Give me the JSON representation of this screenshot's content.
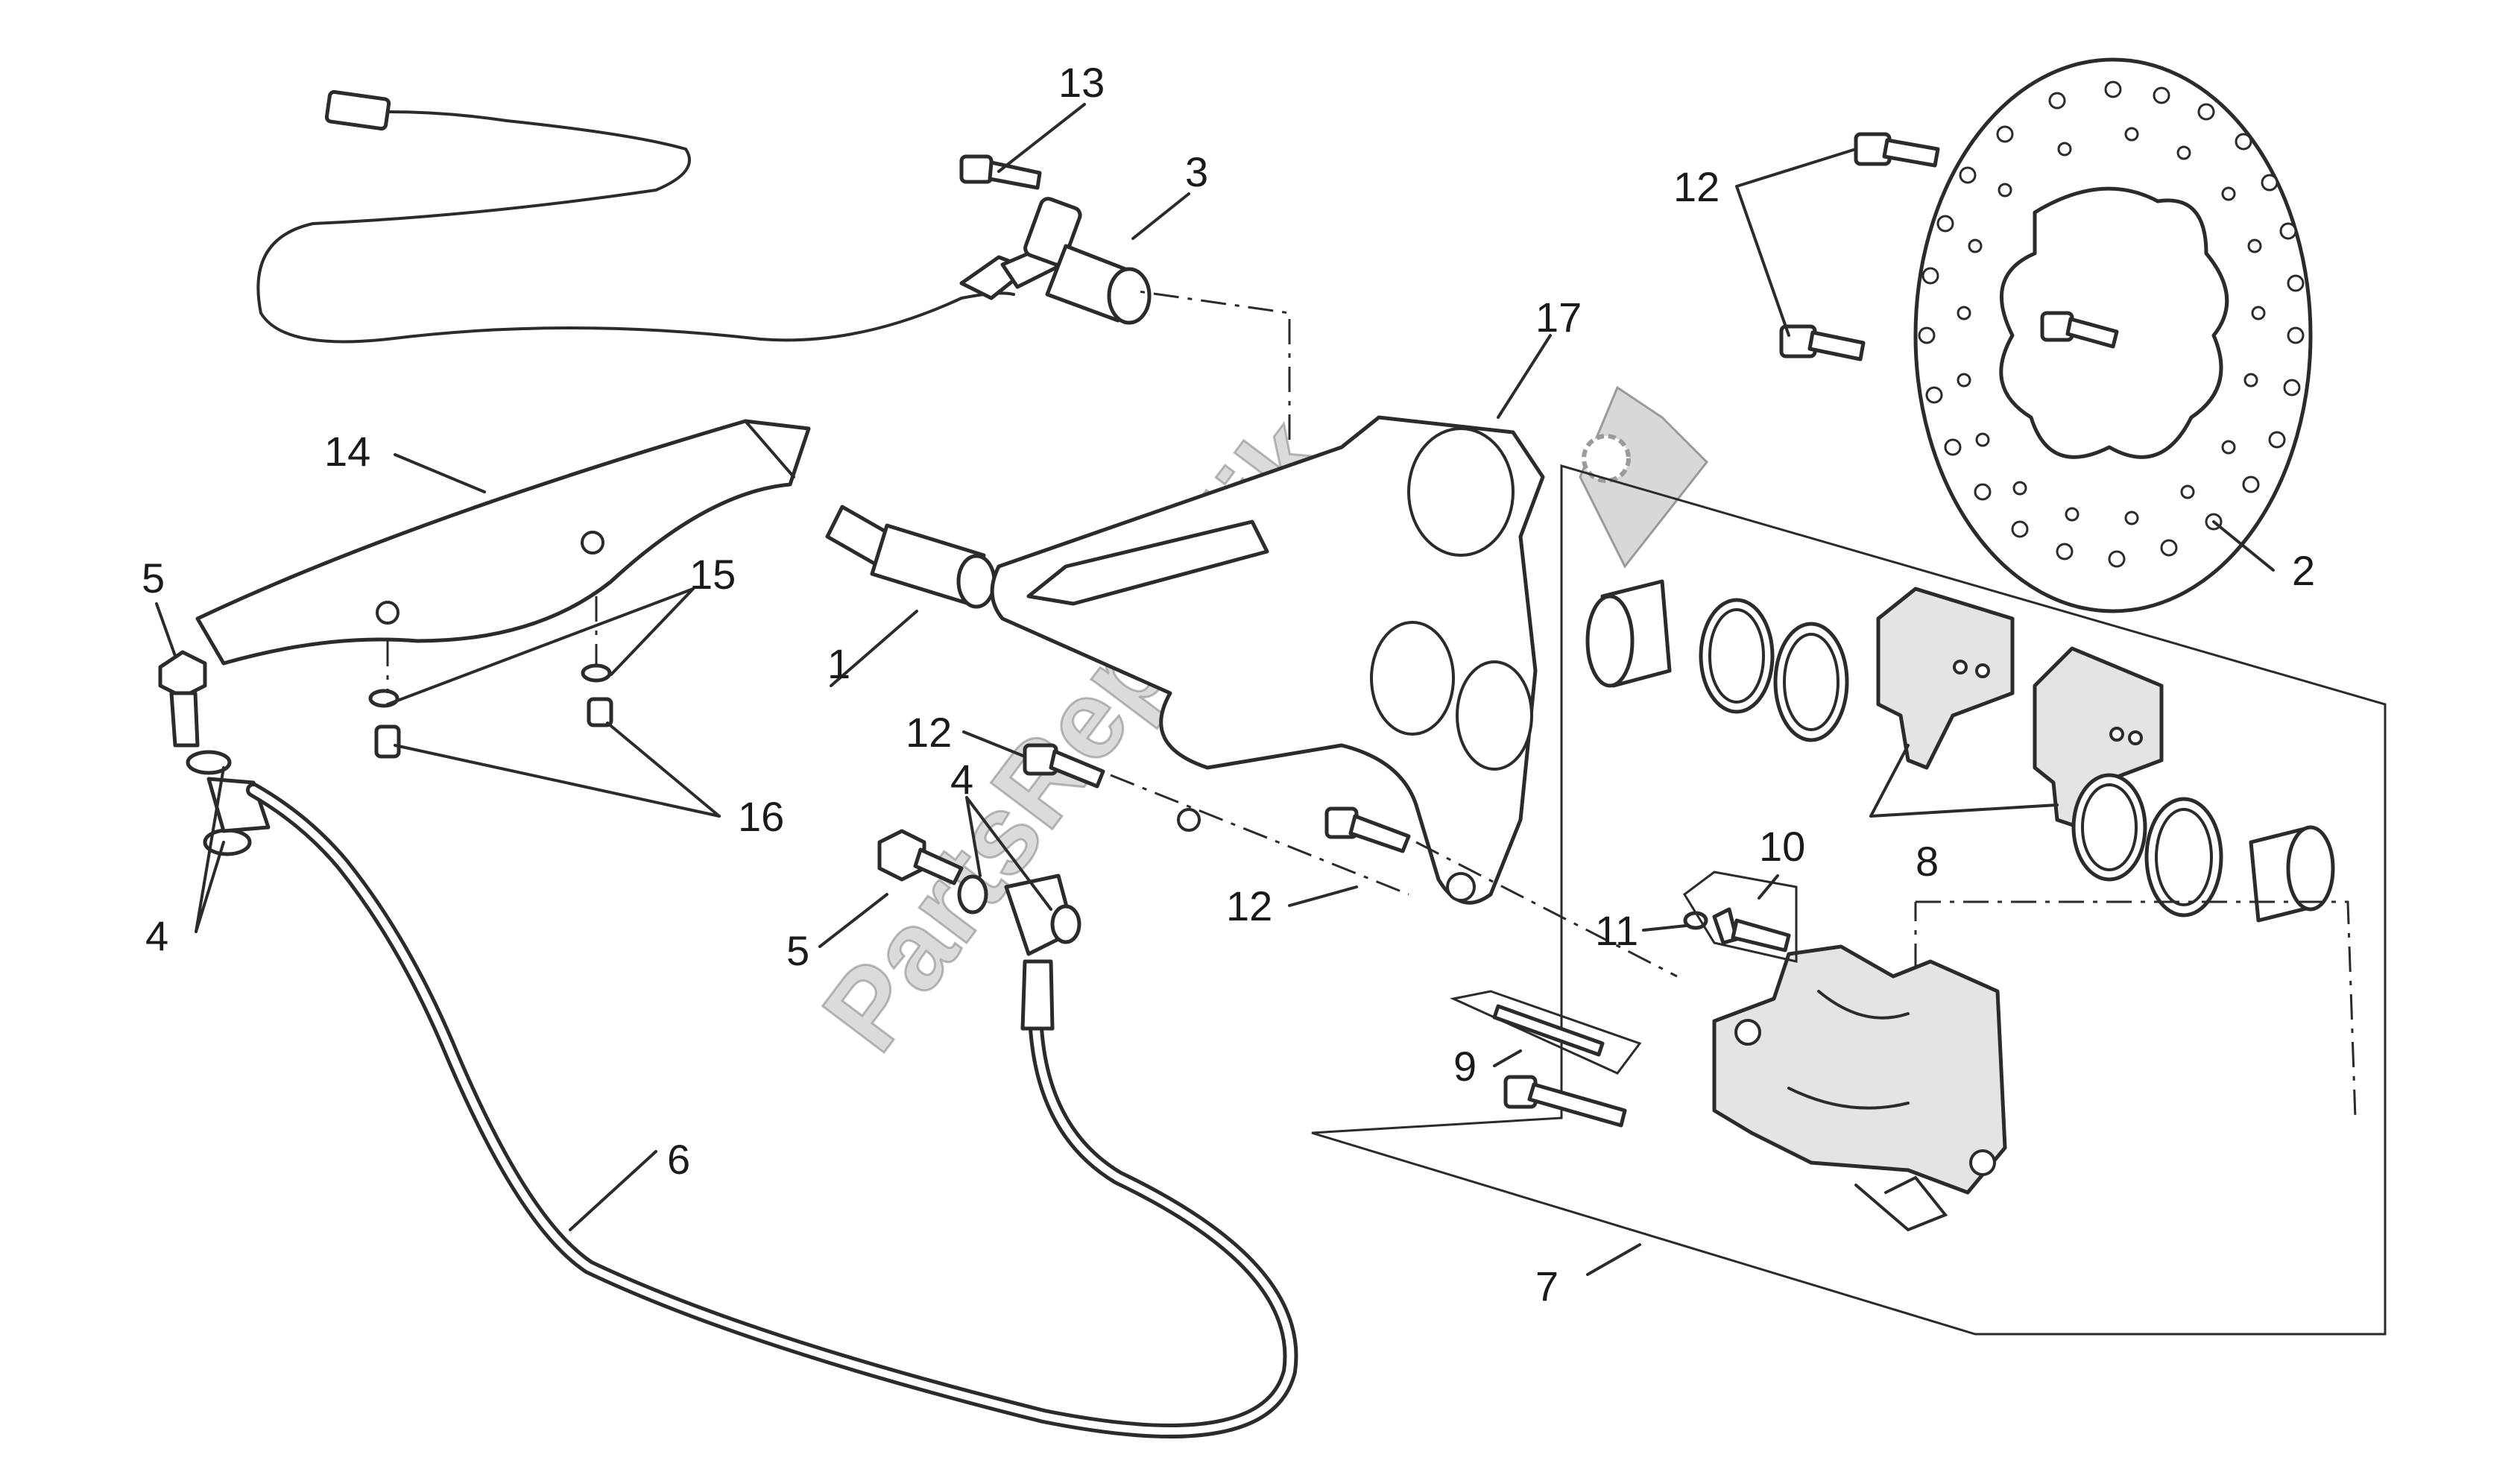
{
  "diagram": {
    "watermark": "PartsRepublik",
    "callouts": {
      "c1": "1",
      "c2": "2",
      "c3": "3",
      "c4a": "4",
      "c4b": "4",
      "c5a": "5",
      "c5b": "5",
      "c6": "6",
      "c7": "7",
      "c8": "8",
      "c9": "9",
      "c10": "10",
      "c11": "11",
      "c12a": "12",
      "c12b": "12",
      "c12c": "12",
      "c13": "13",
      "c14": "14",
      "c15": "15",
      "c16": "16",
      "c17": "17"
    }
  }
}
